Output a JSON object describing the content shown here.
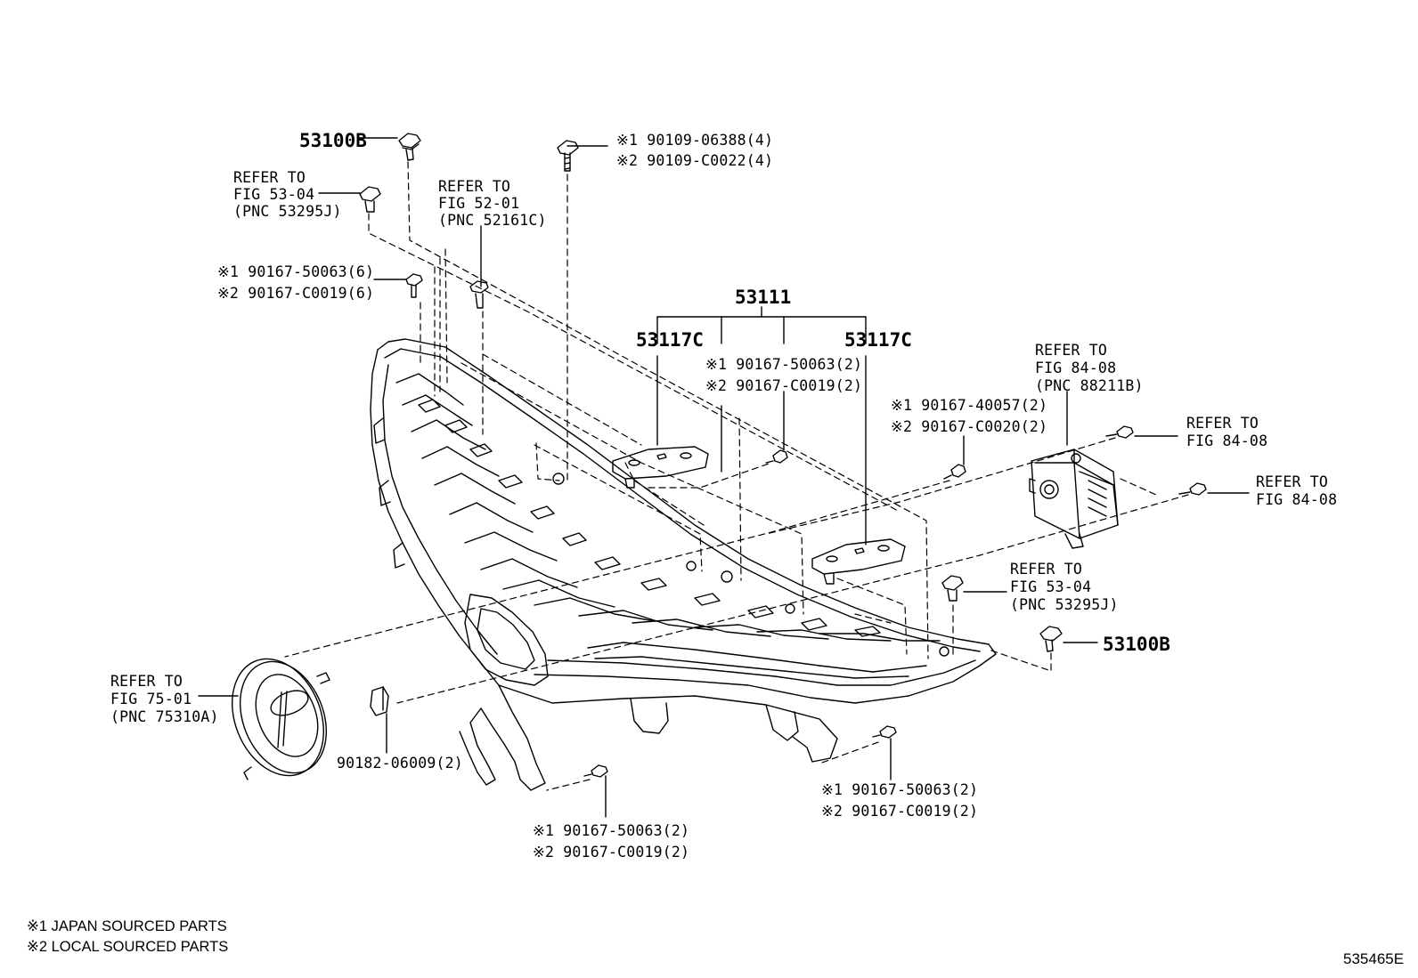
{
  "labels": {
    "p53100B_top": "53100B",
    "bolt_top_1": "※1 90109-06388(4)",
    "bolt_top_2": "※2 90109-C0022(4)",
    "ref_5304_top_1": "REFER TO",
    "ref_5304_top_2": "FIG 53-04",
    "ref_5304_top_3": "(PNC 53295J)",
    "ref_5201_1": "REFER TO",
    "ref_5201_2": "FIG 52-01",
    "ref_5201_3": "(PNC 52161C)",
    "screw_left_1": "※1 90167-50063(6)",
    "screw_left_2": "※2 90167-C0019(6)",
    "p53111": "53111",
    "p53117C_left": "53117C",
    "p53117C_right": "53117C",
    "screw_mid_1": "※1 90167-50063(2)",
    "screw_mid_2": "※2 90167-C0019(2)",
    "screw_right_1": "※1 90167-40057(2)",
    "screw_right_2": "※2 90167-C0020(2)",
    "ref_8408_a_1": "REFER TO",
    "ref_8408_a_2": "FIG 84-08",
    "ref_8408_a_3": "(PNC 88211B)",
    "ref_8408_b_1": "REFER TO",
    "ref_8408_b_2": "FIG 84-08",
    "ref_8408_c_1": "REFER TO",
    "ref_8408_c_2": "FIG 84-08",
    "ref_5304_right_1": "REFER TO",
    "ref_5304_right_2": "FIG 53-04",
    "ref_5304_right_3": "(PNC 53295J)",
    "p53100B_right": "53100B",
    "ref_7501_1": "REFER TO",
    "ref_7501_2": "FIG 75-01",
    "ref_7501_3": "(PNC 75310A)",
    "nut": "90182-06009(2)",
    "screw_bl_1": "※1 90167-50063(2)",
    "screw_bl_2": "※2 90167-C0019(2)",
    "screw_br_1": "※1 90167-50063(2)",
    "screw_br_2": "※2 90167-C0019(2)"
  },
  "notes": {
    "n1": "※1 JAPAN SOURCED PARTS",
    "n2": "※2 LOCAL SOURCED PARTS"
  },
  "illustration_id": "535465E"
}
